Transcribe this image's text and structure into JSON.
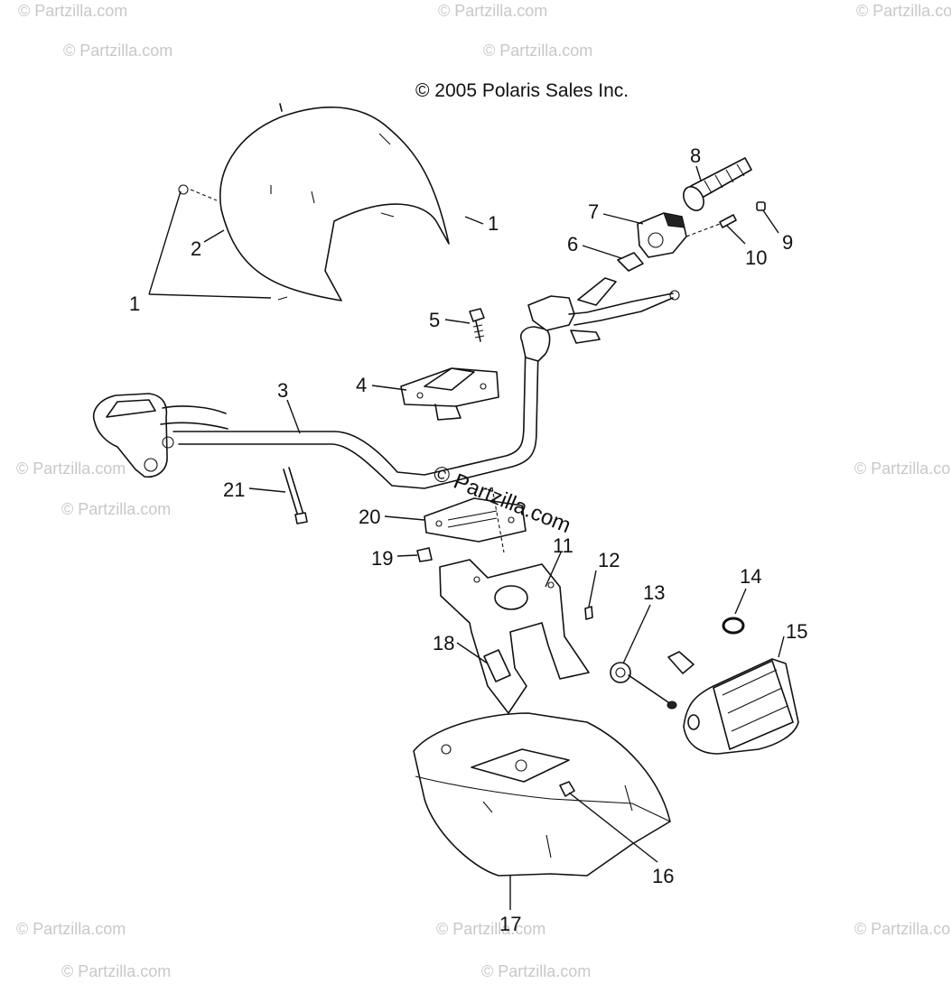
{
  "copyright": "© 2005 Polaris Sales Inc.",
  "watermark": "© Partzilla.com",
  "center_watermark": "© Partzilla.com",
  "callouts": [
    "1",
    "2",
    "1",
    "3",
    "4",
    "5",
    "6",
    "7",
    "8",
    "9",
    "10",
    "11",
    "12",
    "13",
    "14",
    "15",
    "16",
    "17",
    "18",
    "19",
    "20",
    "21"
  ],
  "colors": {
    "line": "#111111",
    "watermark": "#c8c8c8",
    "background": "#ffffff"
  }
}
